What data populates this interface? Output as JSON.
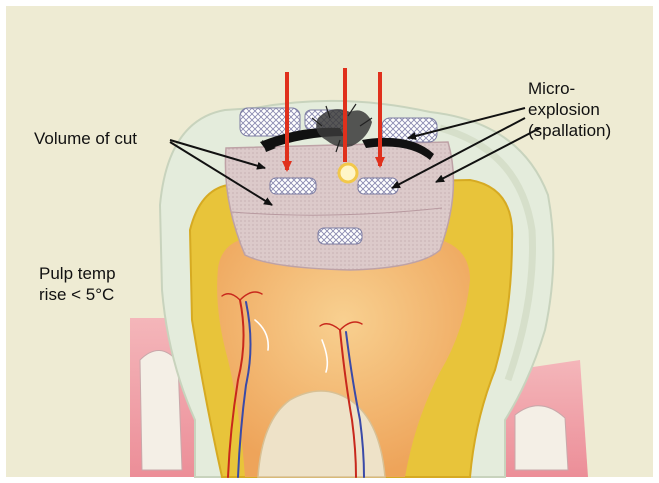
{
  "labels": {
    "volume_of_cut": "Volume of cut",
    "micro_explosion": [
      "Micro-",
      "explosion",
      "(spallation)"
    ],
    "pulp_temp": [
      "Pulp temp",
      "rise < 5°C"
    ]
  },
  "colors": {
    "background": "#eeebd3",
    "enamel": "#e4ecdc",
    "dentin": "#e8c43a",
    "pulp": "#f2b270",
    "cavity": "#dccaca",
    "gum": "#f0a6ac",
    "laser": "#e0301c",
    "pointer": "#111111"
  },
  "icons": [
    "laser-beam-arrow",
    "spark-point"
  ]
}
